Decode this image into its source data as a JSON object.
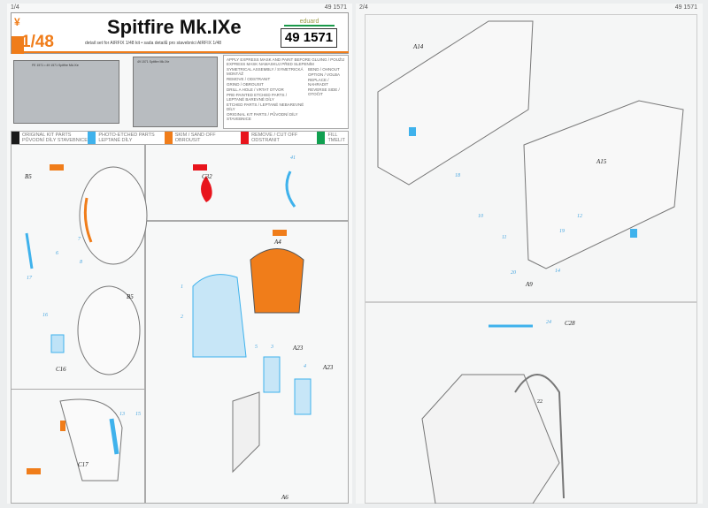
{
  "left_page": {
    "page_number": "1/4",
    "kit_code": "49 1571",
    "title": "Spitfire Mk.IXe",
    "scale": "1/48",
    "subtitle": "detail set for  AIRFIX  1/48 kit • sada detailů pro stavebnici  AIRFIX  1/48",
    "brand": "eduard",
    "code_box": "49 1571",
    "fret_left_label": "FE 1571 • 49 1571 Spitfire Mk.IXe",
    "fret_right_label": "49 1571 Spitfire Mk.IXe",
    "legend": [
      "APPLY EXPRESS MASK AND PAINT BEFORE GLUING / POUŽIJ EXPRESS MASK NAMASKUJ PŘED SLEPENÍM",
      "SYMETRICAL ASSEMBLY / SYMETRICKÁ MONTÁŽ",
      "REMOVE / ODSTRANIT",
      "GRIND / OBROUSIT",
      "DRILL A HOLE / VRTAT OTVOR",
      "PRE-PAINTED ETCHED PARTS / LEPTANÉ BAREVNÉ DÍLY",
      "ETCHED PARTS / LEPTANÉ NEBAREVNÉ DÍLY",
      "ORIGINAL KIT PARTS / PŮVODNÍ DÍLY STAVEBNICE",
      "BEND / OHNOUT",
      "OPTION / VOLBA",
      "REPLACE / NAHRADIT",
      "REVERSE SIDE / OTOČIT"
    ],
    "color_key": [
      {
        "label": "ORIGINAL KIT PARTS",
        "sub": "PŮVODNÍ DÍLY STAVEBNICE",
        "color": "#1a1a1a"
      },
      {
        "label": "PHOTO-ETCHED PARTS",
        "sub": "LEPTANÉ DÍLY",
        "color": "#3fb2ec"
      },
      {
        "label": "SKIM / SAND OFF",
        "sub": "OBROUSIT",
        "color": "#f07d1a"
      },
      {
        "label": "REMOVE / CUT OFF",
        "sub": "ODSTRANIT",
        "color": "#e8141c"
      },
      {
        "label": "FILL",
        "sub": "TMELIT",
        "color": "#10a050"
      }
    ],
    "callouts": [
      "B5",
      "17",
      "6",
      "7",
      "8",
      "C32",
      "41",
      "A4",
      "1",
      "2",
      "B5",
      "16",
      "C16",
      "5",
      "3",
      "A23",
      "4",
      "A23",
      "A6",
      "13",
      "15",
      "C17"
    ]
  },
  "right_page": {
    "page_number": "2/4",
    "kit_code": "49 1571",
    "callouts": [
      "A14",
      "18",
      "A15",
      "10",
      "11",
      "12",
      "19",
      "20",
      "A9",
      "14",
      "24",
      "C28",
      "22"
    ]
  }
}
